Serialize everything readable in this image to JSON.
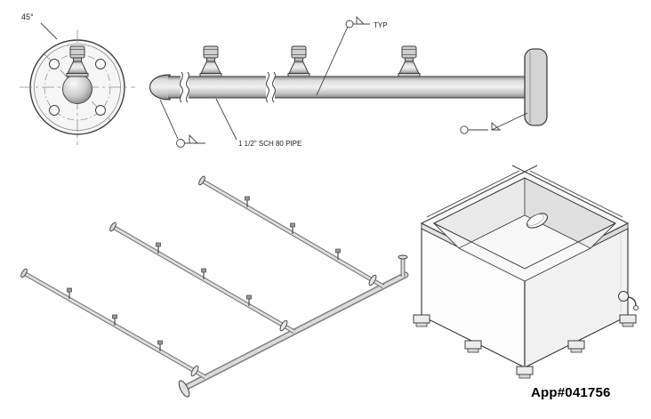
{
  "drawing": {
    "annotations": {
      "angle_label": "45°",
      "typ_label": "TYP",
      "pipe_spec_label": "1 1/2\" SCH 80 PIPE",
      "app_number": "App#041756"
    },
    "colors": {
      "background": "#ffffff",
      "line": "#3f3f3f",
      "centerline": "#909090",
      "pipe_fill": "#d6d6d6"
    }
  }
}
